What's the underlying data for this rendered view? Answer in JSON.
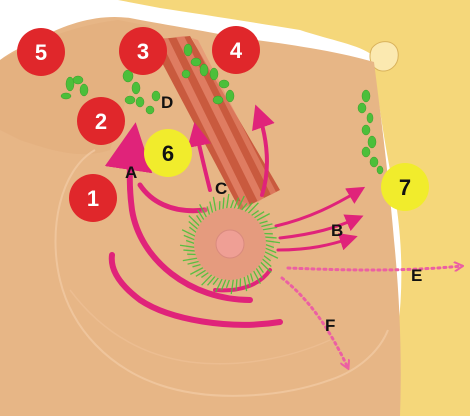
{
  "colors": {
    "skin": "#e7b686",
    "skin_shadow": "#d79e6c",
    "breast_outline": "#f0c79e",
    "yellow_fat": "#f5d77a",
    "muscle": "#c95a3e",
    "muscle_stripe": "#e88a70",
    "arrow": "#e0237a",
    "lymph_green": "#4cbf3a",
    "red_badge": "#e0272b",
    "yellow_badge": "#f1ec2c",
    "areola": "#e59b7e",
    "nipple": "#ef9f95"
  },
  "badges": [
    {
      "label": "5",
      "color": "red"
    },
    {
      "label": "3",
      "color": "red"
    },
    {
      "label": "4",
      "color": "red"
    },
    {
      "label": "2",
      "color": "red"
    },
    {
      "label": "6",
      "color": "yellow"
    },
    {
      "label": "1",
      "color": "red"
    },
    {
      "label": "7",
      "color": "yellow"
    }
  ],
  "letters": {
    "a": "A",
    "b": "B",
    "c": "C",
    "d": "D",
    "e": "E",
    "f": "F"
  }
}
